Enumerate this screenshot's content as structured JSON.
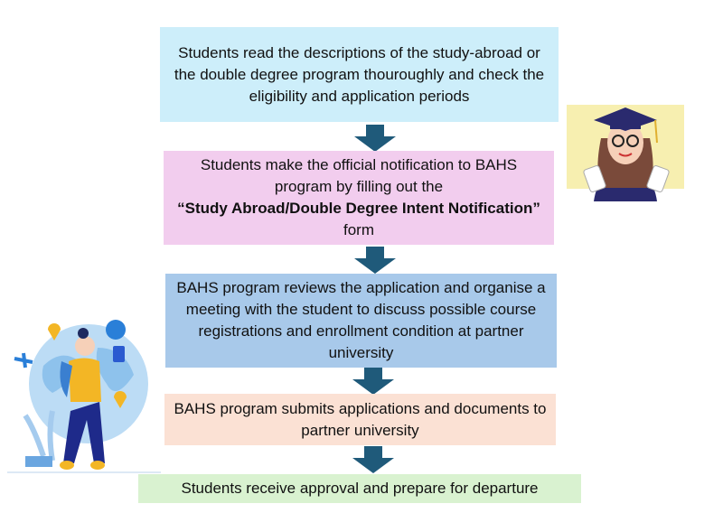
{
  "steps": [
    {
      "text": "Students read the descriptions of the study-abroad or the double degree program thouroughly and check the eligibility and application periods",
      "color": "#cdeefa"
    },
    {
      "text_before": "Students make the official notification to BAHS program by filling out the",
      "text_bold": "“Study Abroad/Double Degree Intent Notification”",
      "text_after": " form",
      "color": "#f2cdee"
    },
    {
      "text": "BAHS program reviews the application and organise a meeting with the student to discuss possible course registrations and enrollment condition at partner university",
      "color": "#a8c9ea"
    },
    {
      "text": "BAHS program submits applications and documents to partner university",
      "color": "#fbe1d4"
    },
    {
      "text": "Students receive approval and prepare for departure",
      "color": "#d9f2d0"
    }
  ],
  "arrow_color": "#1f5a7a"
}
